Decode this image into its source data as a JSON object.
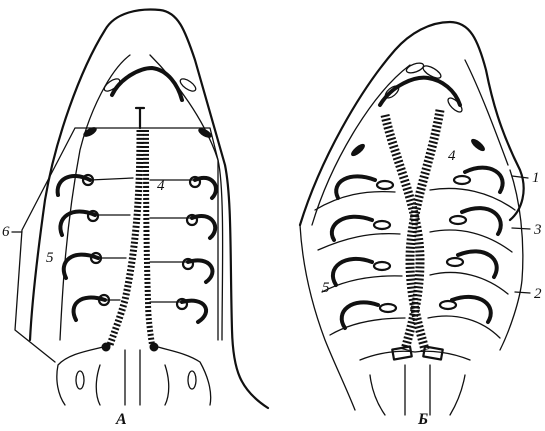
{
  "figure": {
    "panel_a": {
      "caption": "А",
      "labels": {
        "l4": "4",
        "l5": "5",
        "l6": "6"
      }
    },
    "panel_b": {
      "caption": "Б",
      "labels": {
        "l1": "1",
        "l2": "2",
        "l3": "3",
        "l4": "4",
        "l5": "5"
      }
    }
  }
}
